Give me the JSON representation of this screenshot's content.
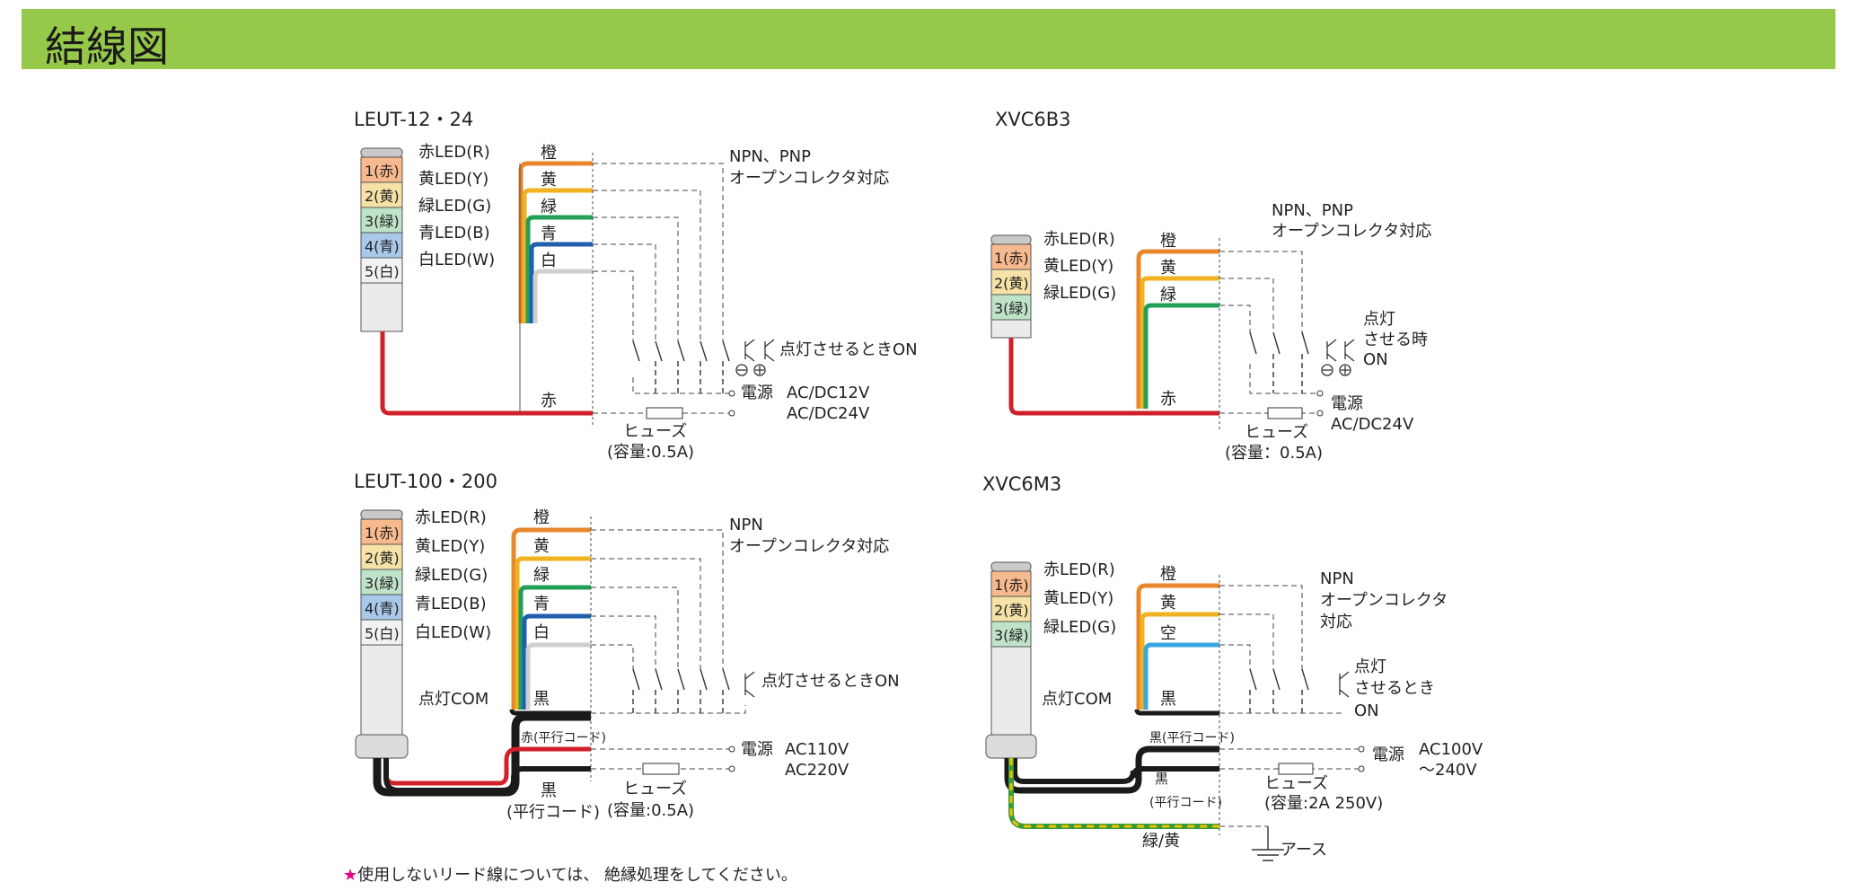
{
  "header": {
    "title": "結線図"
  },
  "panels": [
    {
      "model": "LEUT-12・24",
      "tower_tiers": [
        "1(赤)",
        "2(黄)",
        "3(緑)",
        "4(青)",
        "5(白)"
      ],
      "led_labels": [
        "赤LED(R)",
        "黄LED(Y)",
        "緑LED(G)",
        "青LED(B)",
        "白LED(W)"
      ],
      "wire_labels": [
        "橙",
        "黄",
        "緑",
        "青",
        "白",
        "赤"
      ],
      "note_lines": [
        "NPN、PNP",
        "オープンコレクタ対応"
      ],
      "switch_label": "点灯させるときON",
      "power_label": "電源",
      "power_values": [
        "AC/DC12V",
        "AC/DC24V"
      ],
      "fuse_label": "ヒューズ",
      "fuse_capacity": "(容量:0.5A)"
    },
    {
      "model": "XVC6B3",
      "tower_tiers": [
        "1(赤)",
        "2(黄)",
        "3(緑)"
      ],
      "led_labels": [
        "赤LED(R)",
        "黄LED(Y)",
        "緑LED(G)"
      ],
      "wire_labels": [
        "橙",
        "黄",
        "緑",
        "赤"
      ],
      "note_lines": [
        "NPN、PNP",
        "オープンコレクタ対応"
      ],
      "switch_label_lines": [
        "点灯",
        "させる時",
        "ON"
      ],
      "power_label": "電源",
      "power_values": [
        "AC/DC24V"
      ],
      "fuse_label": "ヒューズ",
      "fuse_capacity": "(容量：0.5A)"
    },
    {
      "model": "LEUT-100・200",
      "tower_tiers": [
        "1(赤)",
        "2(黄)",
        "3(緑)",
        "4(青)",
        "5(白)"
      ],
      "led_labels": [
        "赤LED(R)",
        "黄LED(Y)",
        "緑LED(G)",
        "青LED(B)",
        "白LED(W)"
      ],
      "com_label": "点灯COM",
      "wire_labels": [
        "橙",
        "黄",
        "緑",
        "青",
        "白",
        "黒"
      ],
      "cord_labels": [
        "赤(平行コード)",
        "黒",
        "(平行コード)"
      ],
      "note_lines": [
        "NPN",
        "オープンコレクタ対応"
      ],
      "switch_label": "点灯させるときON",
      "power_label": "電源",
      "power_values": [
        "AC110V",
        "AC220V"
      ],
      "fuse_label": "ヒューズ",
      "fuse_capacity": "(容量:0.5A)"
    },
    {
      "model": "XVC6M3",
      "tower_tiers": [
        "1(赤)",
        "2(黄)",
        "3(緑)"
      ],
      "led_labels": [
        "赤LED(R)",
        "黄LED(Y)",
        "緑LED(G)"
      ],
      "com_label": "点灯COM",
      "wire_labels": [
        "橙",
        "黄",
        "空",
        "黒"
      ],
      "cord_labels": [
        "黒(平行コード)",
        "黒",
        "(平行コード)",
        "緑/黄"
      ],
      "note_lines": [
        "NPN",
        "オープンコレクタ",
        "対応"
      ],
      "switch_label_lines": [
        "点灯",
        "させるとき",
        "ON"
      ],
      "power_label": "電源",
      "power_values": [
        "AC100V",
        "～240V"
      ],
      "fuse_label": "ヒューズ",
      "fuse_capacity": "(容量:2A 250V)",
      "earth_label": "アース"
    }
  ],
  "footer": {
    "star": "★",
    "note": "使用しないリード線については、 絶縁処理をしてください。"
  },
  "colors": {
    "header_bg": "#96c94a",
    "red": "#d0202a",
    "orange": "#e8872c",
    "yellow": "#f0b21e",
    "green": "#22a05a",
    "blue": "#1f5fae",
    "light_blue": "#3aa7e0",
    "black": "#1a1a1a",
    "earth_green": "#3a9a3a",
    "earth_yellow": "#f2c200"
  }
}
